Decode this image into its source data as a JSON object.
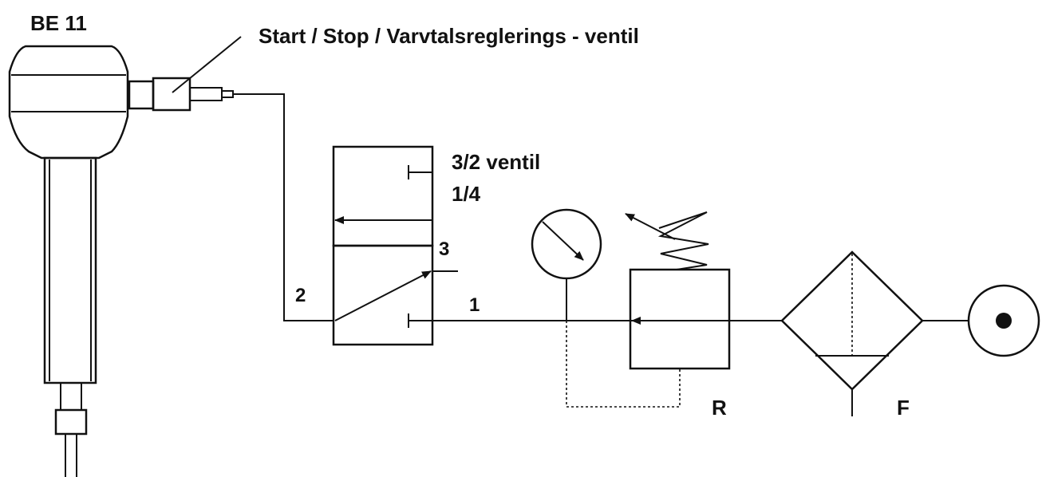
{
  "labels": {
    "tool_name": "BE 11",
    "valve_title": "Start / Stop / Varvtalsreglerings - ventil",
    "valve_32": "3/2 ventil",
    "valve_size": "1/4",
    "port_2": "2",
    "port_3": "3",
    "port_1": "1",
    "regulator": "R",
    "filter": "F"
  },
  "colors": {
    "line": "#111111",
    "background": "#ffffff"
  }
}
